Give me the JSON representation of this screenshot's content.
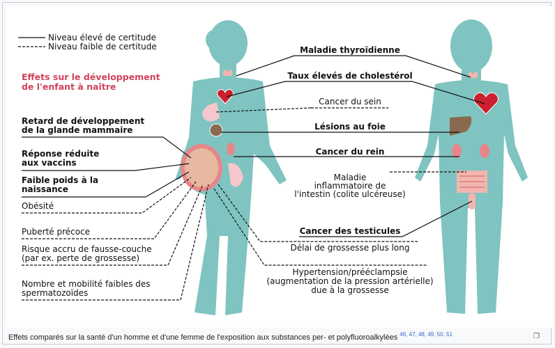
{
  "legend": {
    "high": "Niveau élevé de certitude",
    "low": "Niveau faible de certitude"
  },
  "unborn_heading": [
    "Effets sur le développement",
    "de l'enfant à naître"
  ],
  "left_effects": [
    {
      "lines": [
        "Retard de développement",
        "de la glande mammaire"
      ],
      "bold": true
    },
    {
      "lines": [
        "Réponse réduite",
        "aux vaccins"
      ],
      "bold": true
    },
    {
      "lines": [
        "Faible poids à la",
        "naissance"
      ],
      "bold": true
    },
    {
      "lines": [
        "Obésité"
      ],
      "bold": false
    },
    {
      "lines": [
        "Puberté précoce"
      ],
      "bold": false
    },
    {
      "lines": [
        "Risque accru de fausse-couche",
        "(par ex. perte de grossesse)"
      ],
      "bold": false
    },
    {
      "lines": [
        "Nombre et mobilité faibles des",
        "spermatozoïdes"
      ],
      "bold": false
    }
  ],
  "center_effects": [
    {
      "lines": [
        "Maladie thyroïdienne"
      ],
      "bold": true
    },
    {
      "lines": [
        "Taux élevés de cholestérol"
      ],
      "bold": true
    },
    {
      "lines": [
        "Cancer du sein"
      ],
      "bold": false
    },
    {
      "lines": [
        "Lésions au foie"
      ],
      "bold": true
    },
    {
      "lines": [
        "Cancer du rein"
      ],
      "bold": true
    },
    {
      "lines": [
        "Maladie",
        "inflammatoire de",
        "l'intestin (colite ulcéreuse)"
      ],
      "bold": false
    },
    {
      "lines": [
        "Cancer des testicules"
      ],
      "bold": true
    },
    {
      "lines": [
        "Délai de grossesse plus long"
      ],
      "bold": false
    },
    {
      "lines": [
        "Hypertension/prééclampsie",
        "(augmentation de la pression artérielle)",
        "due à la grossesse"
      ],
      "bold": false
    }
  ],
  "caption": {
    "text": "Effets comparés sur la santé d'un homme et d'une femme de l'exposition aux substances per- et polyfluoroalkylées",
    "refs": "46, 47, 48, 49, 50, 51"
  },
  "colors": {
    "body": "#7fc4c0",
    "heart": "#cc1f2f",
    "liver": "#8a6a4f",
    "kidney": "#e7868a",
    "breast": "#f6c7cc",
    "fetus": "#e7b9a0",
    "intestine": "#f3b5b0",
    "heading": "#d0435b"
  },
  "icons": {
    "expand": "expand-icon"
  }
}
